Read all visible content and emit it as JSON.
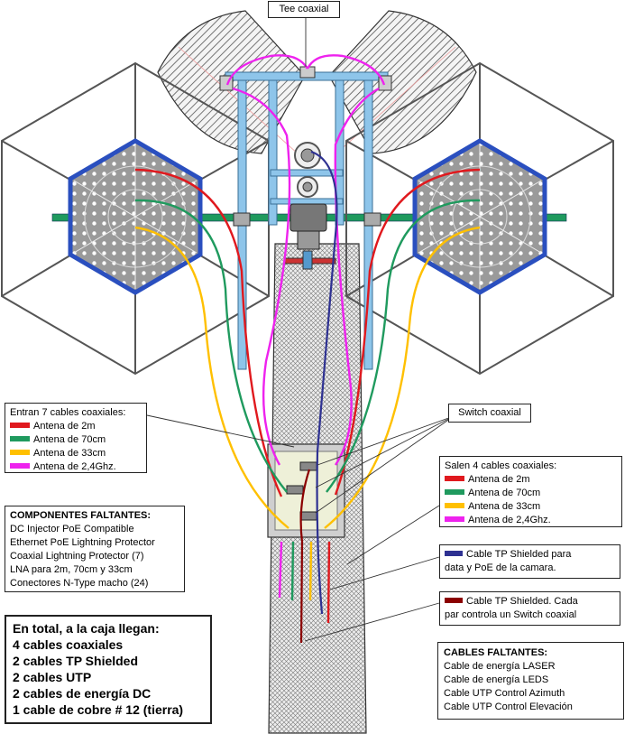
{
  "labels": {
    "tee_coaxial": "Tee coaxial",
    "switch_coaxial": "Switch coaxial"
  },
  "inputs_box": {
    "title": "Entran 7 cables coaxiales:",
    "items": [
      {
        "label": "Antena de 2m",
        "color": "#e0191e"
      },
      {
        "label": "Antena de 70cm",
        "color": "#1f9a5e"
      },
      {
        "label": "Antena de 33cm",
        "color": "#ffc000"
      },
      {
        "label": "Antena de 2,4Ghz.",
        "color": "#ee22ee"
      }
    ]
  },
  "outputs_box": {
    "title": "Salen 4 cables coaxiales:",
    "items": [
      {
        "label": "Antena de 2m",
        "color": "#e0191e"
      },
      {
        "label": "Antena de 70cm",
        "color": "#1f9a5e"
      },
      {
        "label": "Antena de 33cm",
        "color": "#ffc000"
      },
      {
        "label": "Antena de 2,4Ghz.",
        "color": "#ee22ee"
      }
    ]
  },
  "missing_components": {
    "title": "COMPONENTES FALTANTES:",
    "items": [
      "DC Injector PoE Compatible",
      "Ethernet PoE Lightning Protector",
      "Coaxial Lightning Protector (7)",
      "LNA para 2m, 70cm y 33cm",
      "Conectores N-Type macho (24)"
    ]
  },
  "camera_cable": {
    "line1": "Cable TP Shielded para",
    "line2": "data y PoE de la camara.",
    "color": "#2e3192"
  },
  "switch_cable": {
    "line1": "Cable TP Shielded.  Cada",
    "line2": "par controla un Switch coaxial",
    "color": "#8b0000"
  },
  "totals": {
    "lines": [
      "En total, a la caja llegan:",
      "4 cables coaxiales",
      "2 cables TP Shielded",
      "2 cables UTP",
      "2 cables de energía DC",
      "1 cable de cobre # 12 (tierra)"
    ]
  },
  "missing_cables": {
    "title": "CABLES FALTANTES:",
    "items": [
      "Cable de energía LASER",
      "Cable de energía LEDS",
      "Cable UTP Control Azimuth",
      "Cable UTP Control Elevación"
    ]
  },
  "colors": {
    "cable_2m": "#e0191e",
    "cable_70cm": "#1f9a5e",
    "cable_33cm": "#ffc000",
    "cable_24ghz": "#ee22ee",
    "mast_pipe": "#8ec5ea",
    "boom": "#1f9a5e",
    "dish_rim": "#2a4fbf"
  }
}
